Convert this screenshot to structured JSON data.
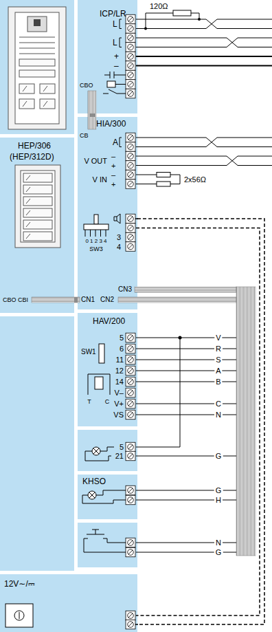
{
  "diagram": {
    "nodes": [
      {
        "text": [
          "ICP/LR"
        ]
      },
      {
        "text": [
          "HIA/300"
        ]
      },
      {
        "text": [
          "HEP/306",
          "(HEP/312D)"
        ]
      },
      {
        "text": [
          "HAV/200"
        ]
      },
      {
        "text": [
          "KHSO"
        ]
      },
      {
        "text": [
          "12V∼/⎓"
        ]
      }
    ],
    "edges": [
      {
        "from": 0,
        "to": 1,
        "arrow": "none"
      },
      {
        "from": 2,
        "to": 1,
        "arrow": "none"
      },
      {
        "from": 1,
        "to": 5,
        "arrow": "none"
      }
    ],
    "labels": [
      "120Ω",
      "L",
      "L",
      "+",
      "–",
      "CBO",
      "CB",
      "A",
      "V OUT",
      "–",
      "+",
      "V IN",
      "–",
      "+",
      "2x56Ω",
      "3",
      "4",
      "0 1 2 3 4",
      "SW3",
      "CN3",
      "CN1",
      "CN2",
      "CBO",
      "CBI",
      "5",
      "6",
      "11",
      "12",
      "14",
      "V–",
      "V+",
      "VS",
      "SW1",
      "T",
      "C",
      "V",
      "R",
      "S",
      "A",
      "B",
      "C",
      "N",
      "5",
      "21",
      "G",
      "G",
      "H",
      "N",
      "G"
    ]
  }
}
